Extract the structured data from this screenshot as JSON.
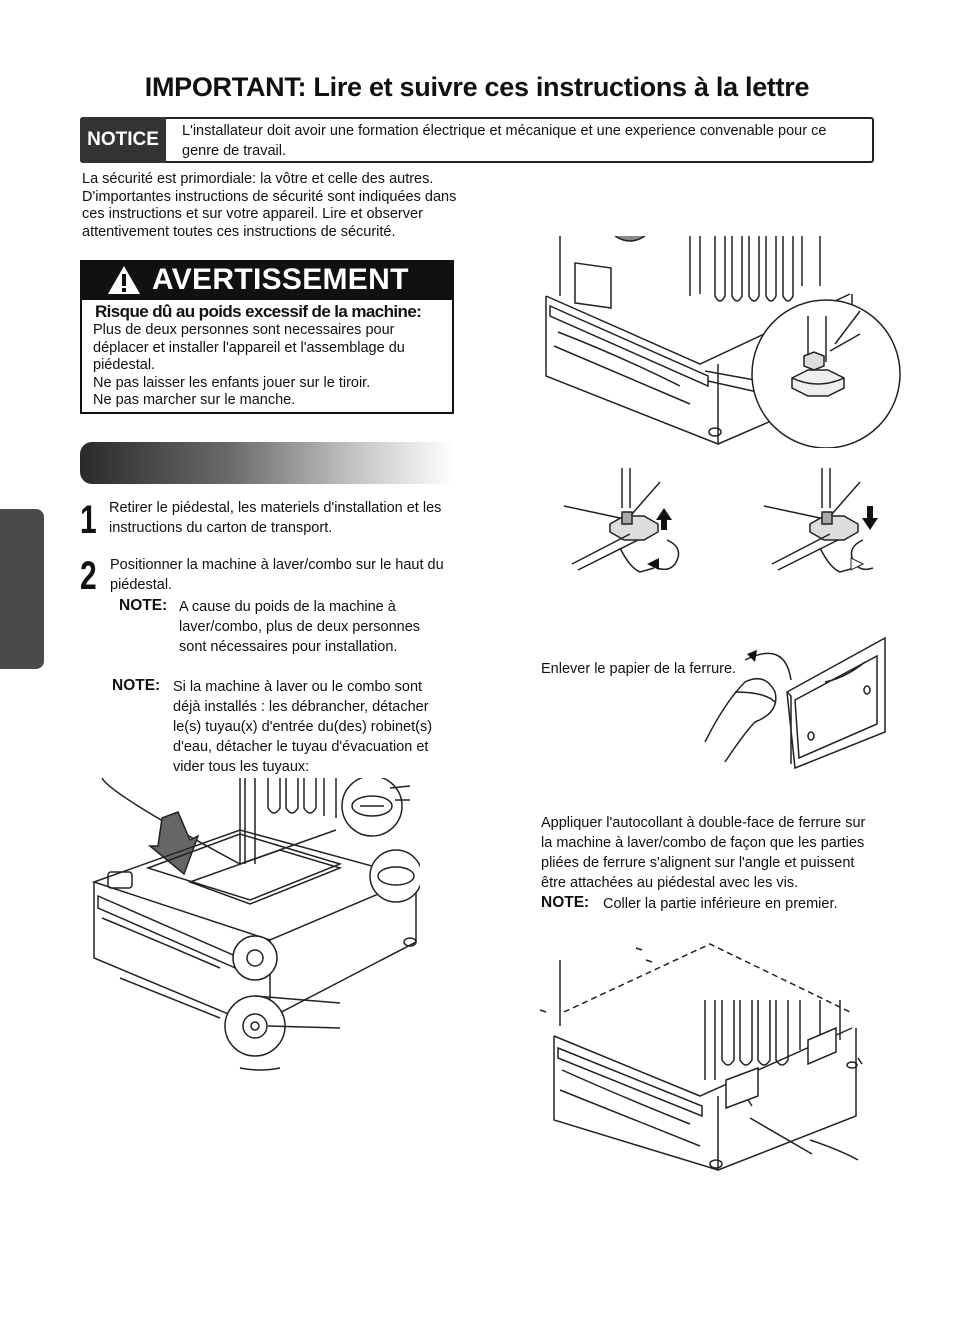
{
  "title": "IMPORTANT: Lire et suivre ces instructions à la lettre",
  "notice": {
    "badge": "NOTICE",
    "text": "L'installateur doit avoir une formation électrique et mécanique et une experience convenable pour ce genre de travail."
  },
  "intro": "La sécurité est primordiale: la vôtre et celle des autres. D'importantes instructions de sécurité  sont indiquées dans ces instructions et sur votre appareil. Lire et observer attentivement toutes ces instructions de sécurité.",
  "warning": {
    "title": "AVERTISSEMENT",
    "subtitle": "Risque dû au poids excessif de la machine:",
    "lines": [
      "Plus de deux personnes sont necessaires pour",
      "déplacer et installer l'appareil et l'assemblage du",
      "piédestal.",
      "Ne pas laisser les enfants jouer sur le tiroir.",
      "Ne pas marcher sur le manche."
    ]
  },
  "steps": [
    {
      "number": "1",
      "text": "Retirer le piédestal, les materiels d'installation et les instructions du carton de transport."
    },
    {
      "number": "2",
      "text": "Positionner la machine à laver/combo sur le haut du piédestal.",
      "note_label": "NOTE:",
      "note_text": "A cause du poids de la machine à laver/combo, plus de deux personnes sont nécessaires pour installation."
    }
  ],
  "note2": {
    "label": "NOTE:",
    "text": "Si la machine à  laver ou le combo sont déjà  installés : les débrancher, détacher le(s) tuyau(x) d'entrée du(des) robinet(s) d'eau, détacher le tuyau d'évacuation et vider tous les tuyaux:"
  },
  "right": {
    "paper_caption": "Enlever le papier de la ferrure.",
    "sticker_text": "Appliquer l'autocollant à double-face de ferrure sur la machine à laver/combo de façon que les parties pliées de ferrure s'alignent sur l'angle et puissent être attachées au piédestal avec les vis.",
    "sticker_note_label": "NOTE:",
    "sticker_note_text": "Coller la partie inférieure en premier."
  },
  "icons": [
    "warning-triangle-icon",
    "arrow-up-icon",
    "arrow-down-icon",
    "rotate-icon"
  ]
}
